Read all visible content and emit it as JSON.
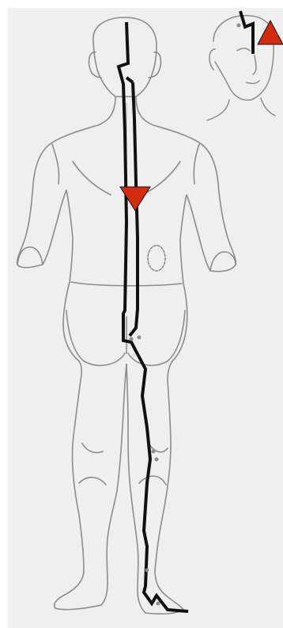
{
  "figure": {
    "description_visible_text": "",
    "views": [
      "back-view",
      "head-front-view"
    ],
    "colors": {
      "panel_background": "#efefef",
      "outline": "#8a8a8a",
      "meridian_line": "#111111",
      "direction_marker": "#d42a10"
    },
    "markers": [
      {
        "name": "head-direction-marker",
        "shape": "triangle-up"
      },
      {
        "name": "back-direction-marker",
        "shape": "triangle-down"
      }
    ]
  }
}
